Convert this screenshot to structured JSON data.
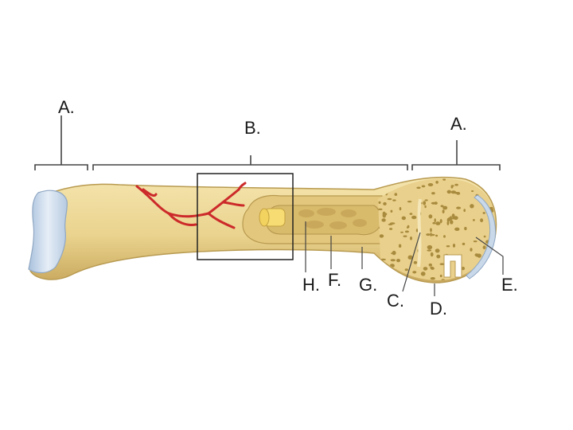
{
  "labels": {
    "a_left": "A.",
    "a_right": "A.",
    "b": "B.",
    "c": "C.",
    "d": "D.",
    "e": "E.",
    "f": "F.",
    "g": "G.",
    "h": "H."
  },
  "colors": {
    "bone": "#ecd898",
    "bone_shadow": "#cdb06a",
    "bone_outline": "#b89a50",
    "cartilage": "#c9d9ea",
    "marrow": "#dcc274",
    "vessel": "#cc2a2a",
    "spongy_dot": "#a98b3e",
    "leader": "#444444"
  }
}
